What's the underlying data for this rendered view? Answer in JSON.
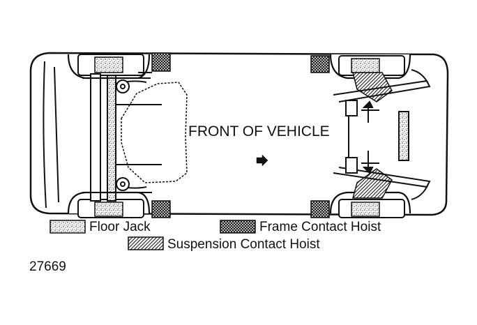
{
  "diagram": {
    "front_label": "FRONT OF VEHICLE",
    "figure_number": "27669"
  },
  "legend": {
    "items": [
      {
        "key": "floor-jack",
        "label": "Floor Jack",
        "pattern": "speckle"
      },
      {
        "key": "frame-contact-hoist",
        "label": "Frame Contact Hoist",
        "pattern": "crosshatch"
      },
      {
        "key": "suspension-contact-hoist",
        "label": "Suspension Contact Hoist",
        "pattern": "diagonal-hatch"
      }
    ]
  },
  "colors": {
    "ink": "#111111",
    "paper": "#ffffff"
  }
}
